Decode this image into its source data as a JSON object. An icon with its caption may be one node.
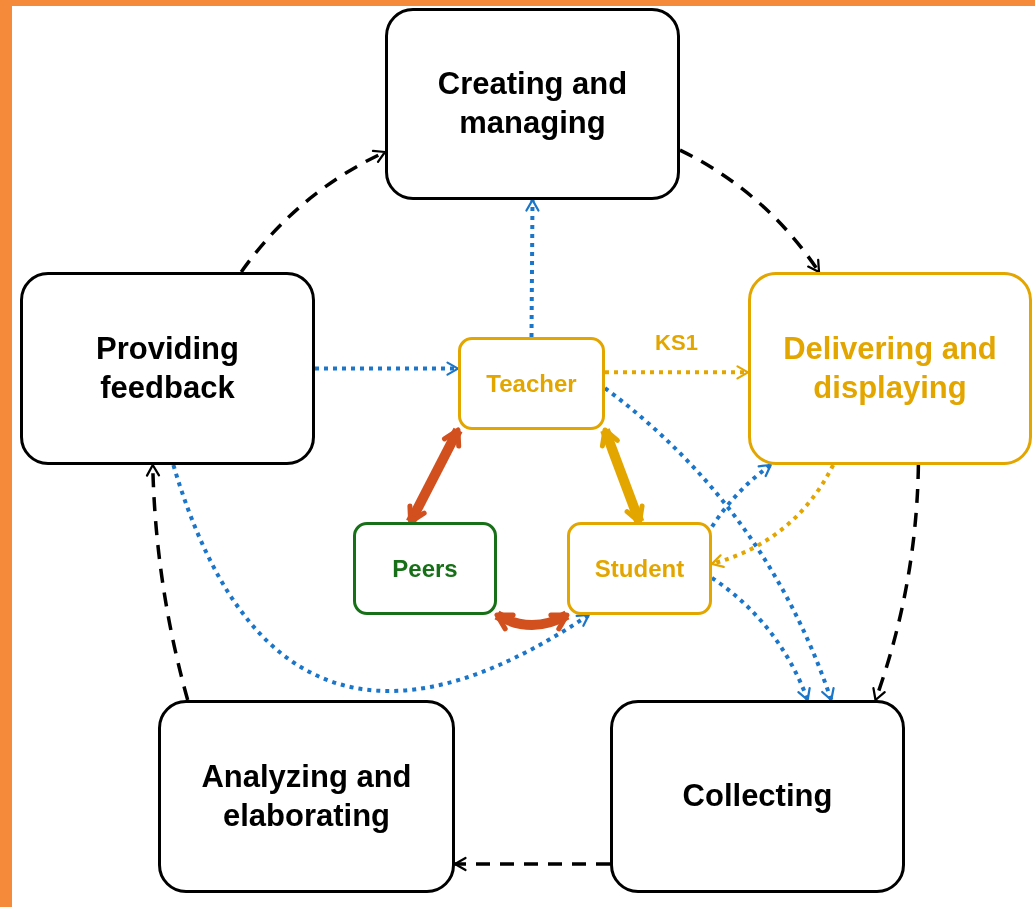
{
  "diagram": {
    "nodes": [
      {
        "text": [
          "Creating and managing"
        ]
      },
      {
        "text": [
          "Delivering and displaying"
        ]
      },
      {
        "text": [
          "Collecting"
        ]
      },
      {
        "text": [
          "Analyzing and elaborating"
        ]
      },
      {
        "text": [
          "Providing feedback"
        ]
      },
      {
        "text": [
          "Teacher"
        ]
      },
      {
        "text": [
          "Peers"
        ]
      },
      {
        "text": [
          "Student"
        ]
      }
    ],
    "edges": [
      {
        "from": 4,
        "to": 0,
        "arrow": "to",
        "style": "dashed",
        "color": "#000000"
      },
      {
        "from": 0,
        "to": 1,
        "arrow": "to",
        "style": "dashed",
        "color": "#000000"
      },
      {
        "from": 1,
        "to": 2,
        "arrow": "to",
        "style": "dashed",
        "color": "#000000"
      },
      {
        "from": 2,
        "to": 3,
        "arrow": "to",
        "style": "dashed",
        "color": "#000000"
      },
      {
        "from": 3,
        "to": 4,
        "arrow": "to",
        "style": "dashed",
        "color": "#000000"
      },
      {
        "from": 5,
        "to": 0,
        "arrow": "to",
        "style": "dashed"
      },
      {
        "from": 4,
        "to": 5,
        "arrow": "to",
        "style": "dashed"
      },
      {
        "from": 5,
        "to": 2,
        "arrow": "to",
        "style": "dashed"
      },
      {
        "from": 7,
        "to": 1,
        "arrow": "to",
        "style": "dashed"
      },
      {
        "from": 7,
        "to": 2,
        "arrow": "to",
        "style": "dashed"
      },
      {
        "from": 4,
        "to": 7,
        "arrow": "to",
        "style": "dashed"
      },
      {
        "from": 5,
        "to": 1,
        "arrow": "to",
        "style": "dashed",
        "color": "#e3a600",
        "label": "KS1"
      },
      {
        "from": 1,
        "to": 7,
        "arrow": "to",
        "style": "dashed",
        "color": "#e3a600"
      },
      {
        "from": 5,
        "to": 6,
        "arrow": "both",
        "style": "thick",
        "color": "#d2501e"
      },
      {
        "from": 5,
        "to": 7,
        "arrow": "both",
        "style": "thick",
        "color": "#e3a600"
      },
      {
        "from": 6,
        "to": 7,
        "arrow": "both",
        "style": "thick",
        "color": "#d2501e"
      }
    ]
  }
}
